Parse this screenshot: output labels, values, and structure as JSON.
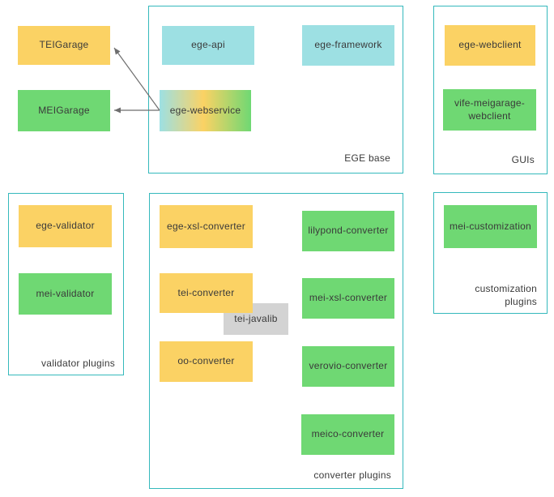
{
  "colors": {
    "yellow": "#FBD264",
    "green": "#6FD873",
    "cyan": "#9DE0E3",
    "gray": "#D3D3D3",
    "border_teal": "#35B9BC",
    "arrow_gray": "#6E6E6E",
    "text": "#3A3A3A"
  },
  "external_nodes": {
    "teigarage": {
      "label": "TEIGarage",
      "color": "yellow"
    },
    "meigarage": {
      "label": "MEIGarage",
      "color": "green"
    }
  },
  "groups": {
    "ege_base": {
      "label": "EGE base",
      "nodes": {
        "ege_api": {
          "label": "ege-api",
          "color": "cyan"
        },
        "ege_framework": {
          "label": "ege-framework",
          "color": "cyan"
        },
        "ege_webservice": {
          "label": "ege-webservice",
          "color": "cyan-yellow-green-gradient"
        }
      }
    },
    "guis": {
      "label": "GUIs",
      "nodes": {
        "ege_webclient": {
          "label": "ege-webclient",
          "color": "yellow"
        },
        "vife_meigarage_webclient": {
          "label": "vife-meigarage-webclient",
          "color": "green"
        }
      }
    },
    "validator_plugins": {
      "label": "validator plugins",
      "nodes": {
        "ege_validator": {
          "label": "ege-validator",
          "color": "yellow"
        },
        "mei_validator": {
          "label": "mei-validator",
          "color": "green"
        }
      }
    },
    "converter_plugins": {
      "label": "converter plugins",
      "nodes": {
        "ege_xsl_converter": {
          "label": "ege-xsl-converter",
          "color": "yellow"
        },
        "tei_converter": {
          "label": "tei-converter",
          "color": "yellow"
        },
        "tei_javalib": {
          "label": "tei-javalib",
          "color": "gray"
        },
        "oo_converter": {
          "label": "oo-converter",
          "color": "yellow"
        },
        "lilypond_converter": {
          "label": "lilypond-converter",
          "color": "green"
        },
        "mei_xsl_converter": {
          "label": "mei-xsl-converter",
          "color": "green"
        },
        "verovio_converter": {
          "label": "verovio-converter",
          "color": "green"
        },
        "meico_converter": {
          "label": "meico-converter",
          "color": "green"
        }
      }
    },
    "customization_plugins": {
      "label": "customization plugins",
      "nodes": {
        "mei_customization": {
          "label": "mei-customization",
          "color": "green"
        }
      }
    }
  },
  "edges": [
    {
      "from": "ege-webservice",
      "to": "TEIGarage"
    },
    {
      "from": "ege-webservice",
      "to": "MEIGarage"
    }
  ]
}
